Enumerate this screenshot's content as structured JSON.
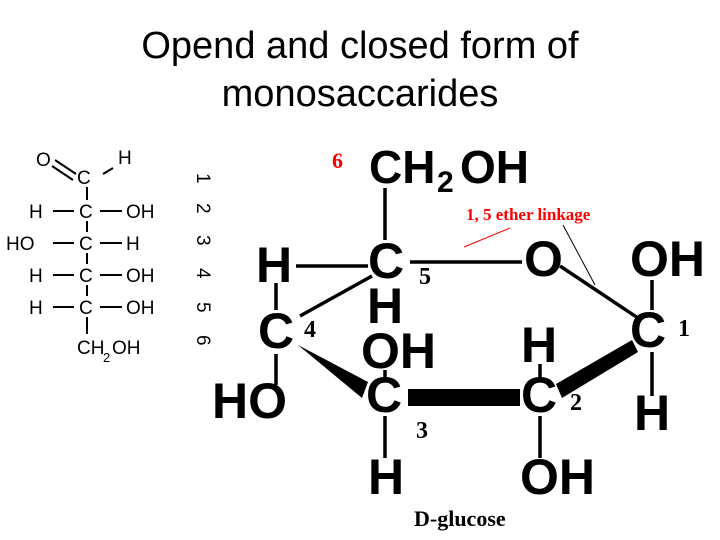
{
  "title": "Opend and closed form of monosaccarides",
  "title_lines": [
    "Opend and closed form of",
    "monosaccarides"
  ],
  "open_chain": {
    "top": {
      "o": "O",
      "eq": "=",
      "c": "C",
      "h": "H"
    },
    "rows": [
      {
        "left": "H",
        "c": "C",
        "right": "OH"
      },
      {
        "left": "HO",
        "c": "C",
        "right": "H"
      },
      {
        "left": "H",
        "c": "C",
        "right": "OH"
      },
      {
        "left": "H",
        "c": "C",
        "right": "OH"
      }
    ],
    "bottom": {
      "ch": "CH",
      "sub": "2",
      "oh": "OH"
    },
    "numbers": [
      "1",
      "2",
      "3",
      "4",
      "5",
      "6"
    ]
  },
  "ring": {
    "ch2oh": {
      "ch": "CH",
      "sub": "2",
      "oh": "OH"
    },
    "c6_num": "6",
    "annotation": "1, 5 ether linkage",
    "oxygen": "O",
    "c5": {
      "c": "C",
      "num": "5",
      "left_h": "H",
      "down_h": "H"
    },
    "c1": {
      "c": "C",
      "num": "1",
      "up": "OH",
      "down": "H"
    },
    "c4": {
      "c": "C",
      "num": "4",
      "up": "H",
      "down": "HO"
    },
    "c3": {
      "c": "C",
      "num": "3",
      "up": "OH",
      "down": "H"
    },
    "c2": {
      "c": "C",
      "num": "2",
      "up": "H",
      "down": "OH"
    },
    "caption": "D-glucose"
  }
}
